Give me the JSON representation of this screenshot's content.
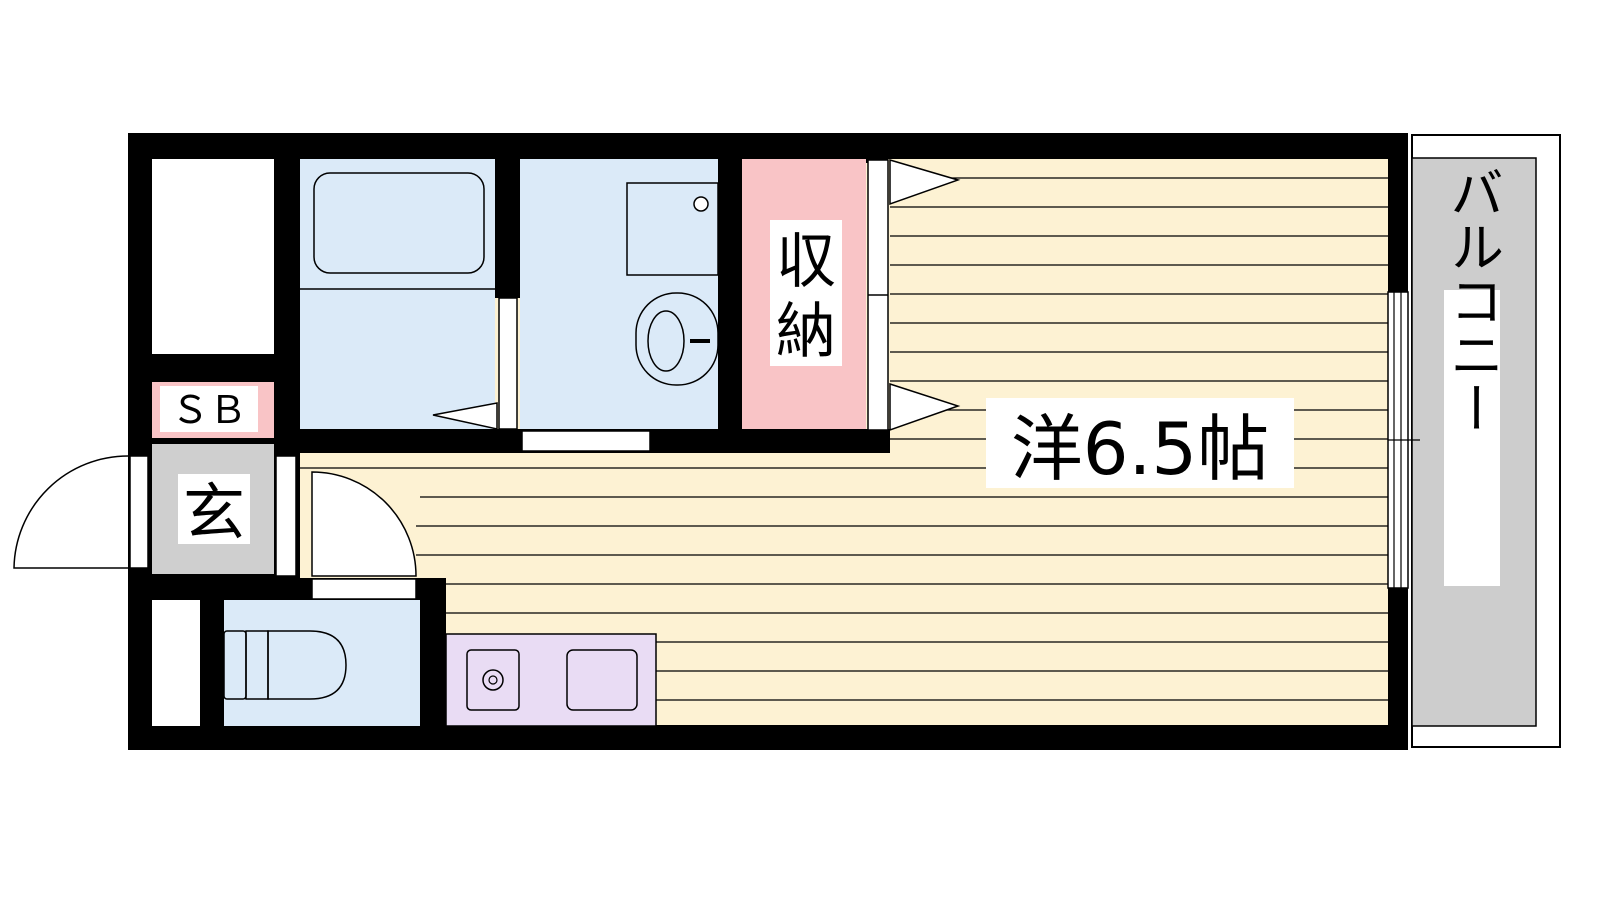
{
  "labels": {
    "room": "洋6.5帖",
    "storage": "収納",
    "shoe_box": "ＳＢ",
    "entrance": "玄",
    "balcony": "バルコニー"
  },
  "colors": {
    "wall": "#000000",
    "floor_room": "#fdf2d3",
    "floor_lines": "#000000",
    "water_area": "#dbeaf8",
    "storage_fill": "#f9c4c6",
    "entrance_fill": "#cfcfcf",
    "kitchen_fill": "#e9dcf4",
    "balcony_fill": "#cdcdcd",
    "fixture_line": "#000000"
  },
  "icons": {
    "bathtub": "bathtub-icon",
    "washbasin": "washbasin-icon",
    "toilet": "toilet-icon",
    "stove": "stove-burner-icon",
    "sink": "kitchen-sink-icon"
  }
}
